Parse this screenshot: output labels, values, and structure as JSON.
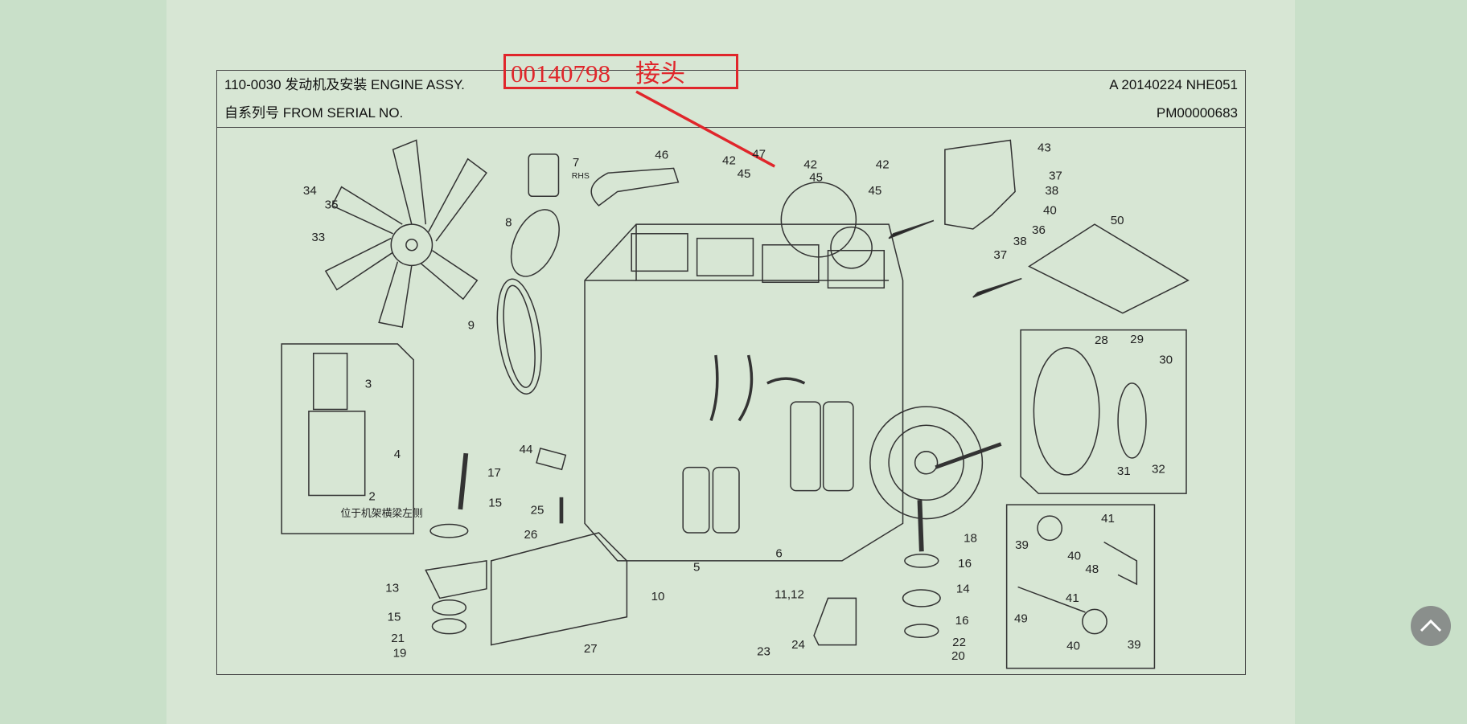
{
  "header": {
    "part_line": "110-0030  发动机及安装    ENGINE ASSY.",
    "serial_line": "自系列号    FROM SERIAL NO.",
    "revision": "A 20140224 NHE051",
    "serial_no": "PM00000683"
  },
  "highlight": {
    "text": "00140798    接头",
    "color": "#e0262b"
  },
  "diagram": {
    "labels": [
      "46",
      "42",
      "45",
      "47",
      "42",
      "45",
      "42",
      "45",
      "43",
      "37",
      "38",
      "40",
      "36",
      "38",
      "37",
      "50",
      "7",
      "RHS",
      "34",
      "35",
      "33",
      "8",
      "9",
      "28",
      "29",
      "30",
      "31",
      "32",
      "3",
      "4",
      "2",
      "44",
      "17",
      "15",
      "25",
      "26",
      "13",
      "10",
      "15",
      "21",
      "19",
      "27",
      "5",
      "6",
      "11,12",
      "23",
      "24",
      "18",
      "16",
      "14",
      "16",
      "22",
      "20",
      "41",
      "39",
      "40",
      "48",
      "41",
      "49",
      "40",
      "39"
    ],
    "inset_caption": "位于机架横梁左侧"
  },
  "scroll_top": {
    "icon": "chevron-up-icon"
  }
}
